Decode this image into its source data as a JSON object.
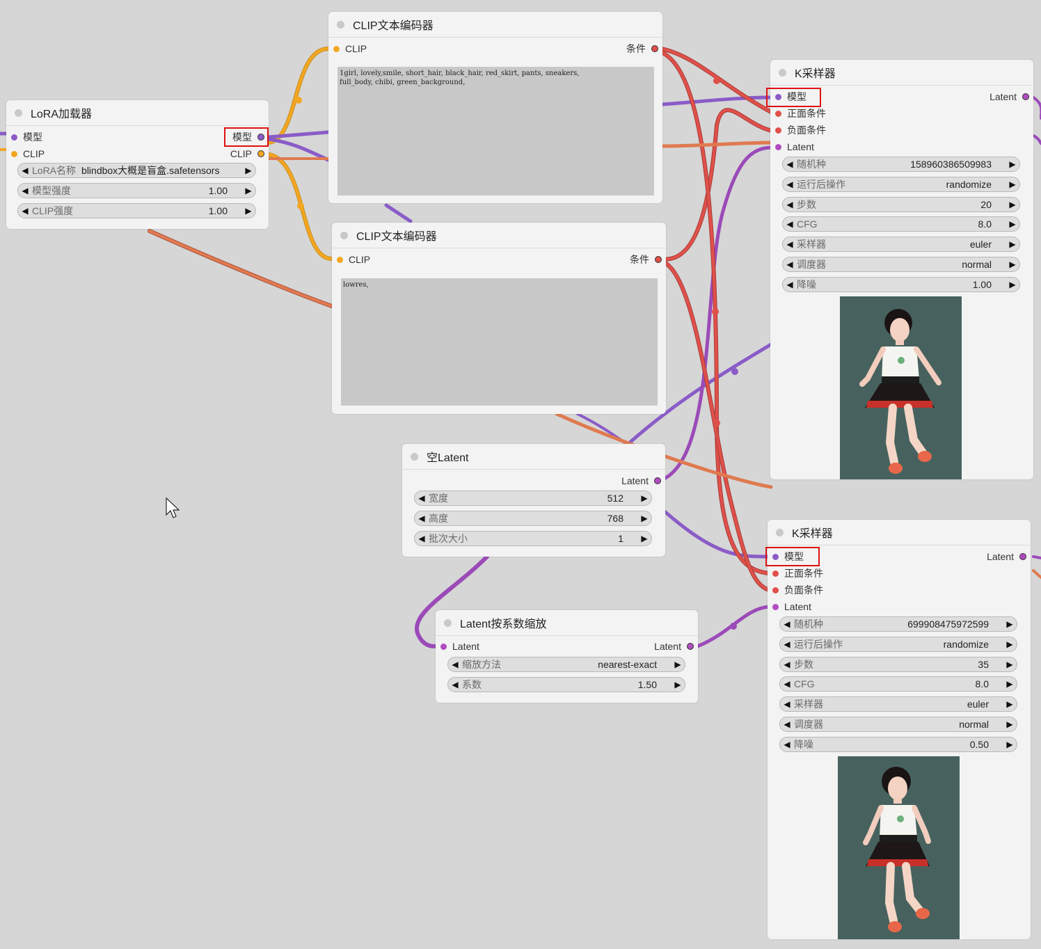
{
  "colors": {
    "canvas": "#d6d6d6",
    "node_bg": "#f3f3f3",
    "model_wire": "#8a5cc7",
    "clip_wire": "#f3a622",
    "conditioning_wire": "#e0504a",
    "latent_wire": "#b04cc0",
    "highlight": "#e01010",
    "preview_bg": "#47625e"
  },
  "lora_loader": {
    "title": "LoRA加载器",
    "inputs": [
      "模型",
      "CLIP"
    ],
    "outputs": [
      "模型",
      "CLIP"
    ],
    "widgets": [
      {
        "label": "LoRA名称",
        "value": "blindbox大概是盲盒.safetensors"
      },
      {
        "label": "模型强度",
        "value": "1.00"
      },
      {
        "label": "CLIP强度",
        "value": "1.00"
      }
    ]
  },
  "clip_encoder_positive": {
    "title": "CLIP文本编码器",
    "input": "CLIP",
    "output": "条件",
    "text": "1girl, lovely,smile, short_hair, black_hair, red_skirt, pants, sneakers,\nfull_body, chibi, green_background,"
  },
  "clip_encoder_negative": {
    "title": "CLIP文本编码器",
    "input": "CLIP",
    "output": "条件",
    "text": "lowres,"
  },
  "empty_latent": {
    "title": "空Latent",
    "output": "Latent",
    "widgets": [
      {
        "label": "宽度",
        "value": "512"
      },
      {
        "label": "高度",
        "value": "768"
      },
      {
        "label": "批次大小",
        "value": "1"
      }
    ]
  },
  "latent_upscale": {
    "title": "Latent按系数缩放",
    "input": "Latent",
    "output": "Latent",
    "widgets": [
      {
        "label": "缩放方法",
        "value": "nearest-exact"
      },
      {
        "label": "系数",
        "value": "1.50"
      }
    ]
  },
  "ksampler_1": {
    "title": "K采样器",
    "inputs": [
      "模型",
      "正面条件",
      "负面条件",
      "Latent"
    ],
    "output": "Latent",
    "widgets": [
      {
        "label": "随机种",
        "value": "158960386509983"
      },
      {
        "label": "运行后操作",
        "value": "randomize"
      },
      {
        "label": "步数",
        "value": "20"
      },
      {
        "label": "CFG",
        "value": "8.0"
      },
      {
        "label": "采样器",
        "value": "euler"
      },
      {
        "label": "调度器",
        "value": "normal"
      },
      {
        "label": "降噪",
        "value": "1.00"
      }
    ]
  },
  "ksampler_2": {
    "title": "K采样器",
    "inputs": [
      "模型",
      "正面条件",
      "负面条件",
      "Latent"
    ],
    "output": "Latent",
    "widgets": [
      {
        "label": "随机种",
        "value": "699908475972599"
      },
      {
        "label": "运行后操作",
        "value": "randomize"
      },
      {
        "label": "步数",
        "value": "35"
      },
      {
        "label": "CFG",
        "value": "8.0"
      },
      {
        "label": "采样器",
        "value": "euler"
      },
      {
        "label": "调度器",
        "value": "normal"
      },
      {
        "label": "降噪",
        "value": "0.50"
      }
    ]
  },
  "icons": {
    "left_arrow": "◀",
    "right_arrow": "▶",
    "cursor": "mouse-pointer-icon"
  }
}
